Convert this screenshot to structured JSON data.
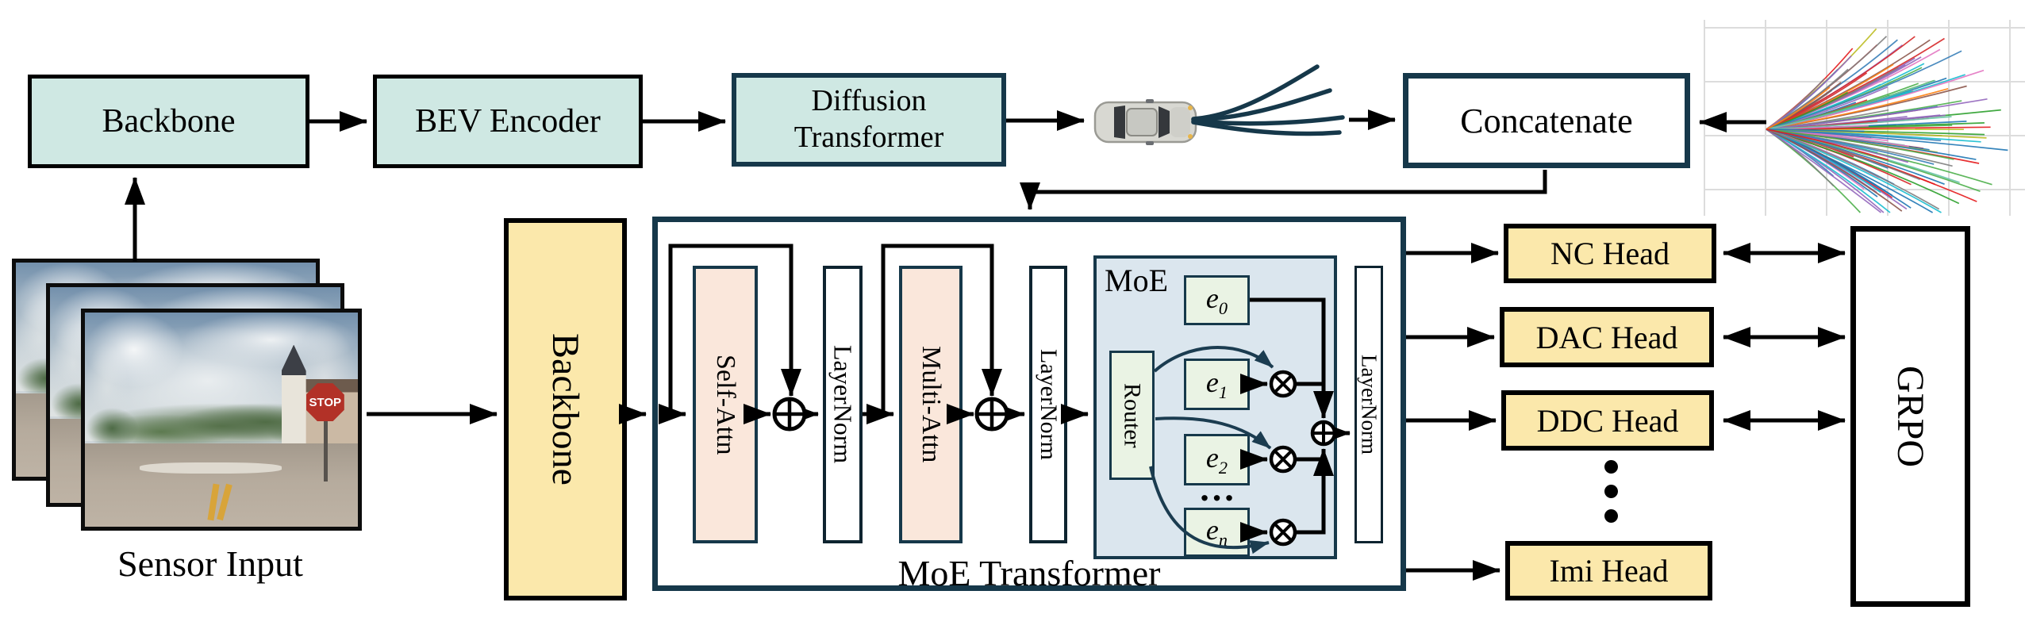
{
  "top_row": {
    "backbone": "Backbone",
    "bev_encoder": "BEV Encoder",
    "diffusion_line1": "Diffusion",
    "diffusion_line2": "Transformer",
    "concatenate": "Concatenate"
  },
  "sensor": {
    "caption": "Sensor Input",
    "stop_sign": "STOP"
  },
  "moe": {
    "backbone_vertical": "Backbone",
    "self_attn": "Self-Attn",
    "layernorm_1": "LayerNorm",
    "multi_attn": "Multi-Attn",
    "layernorm_2": "LayerNorm",
    "layernorm_3": "LayerNorm",
    "moe_label": "MoE",
    "router": "Router",
    "expert_base": "e",
    "expert_subs": {
      "e0": "0",
      "e1": "1",
      "e2": "2",
      "en": "n"
    },
    "experts_ellipsis": "…",
    "box_label": "MoE Transformer"
  },
  "heads": {
    "nc": "NC Head",
    "dac": "DAC Head",
    "ddc": "DDC Head",
    "imi": "Imi Head"
  },
  "grpo_label": "GRPO",
  "colors": {
    "teal_fill": "#cfe8e3",
    "dark_teal_border": "#16384a",
    "yellow_fill": "#fbe8ab",
    "pink_fill": "#fae7db",
    "moe_blue_fill": "#dbe6ee",
    "expert_green_fill": "#eaf3e4",
    "line_black": "#000000",
    "router_curve": "#1b3c50",
    "grid_gray": "#dcdcdc"
  },
  "fan_palette": [
    "#d62728",
    "#2ca02c",
    "#1f77b4",
    "#ff7f0e",
    "#9467bd",
    "#8c564b",
    "#e377c2",
    "#17becf",
    "#bcbd22",
    "#7f7f7f",
    "#66c2a5",
    "#e41a1c",
    "#4daf4a",
    "#377eb8"
  ]
}
